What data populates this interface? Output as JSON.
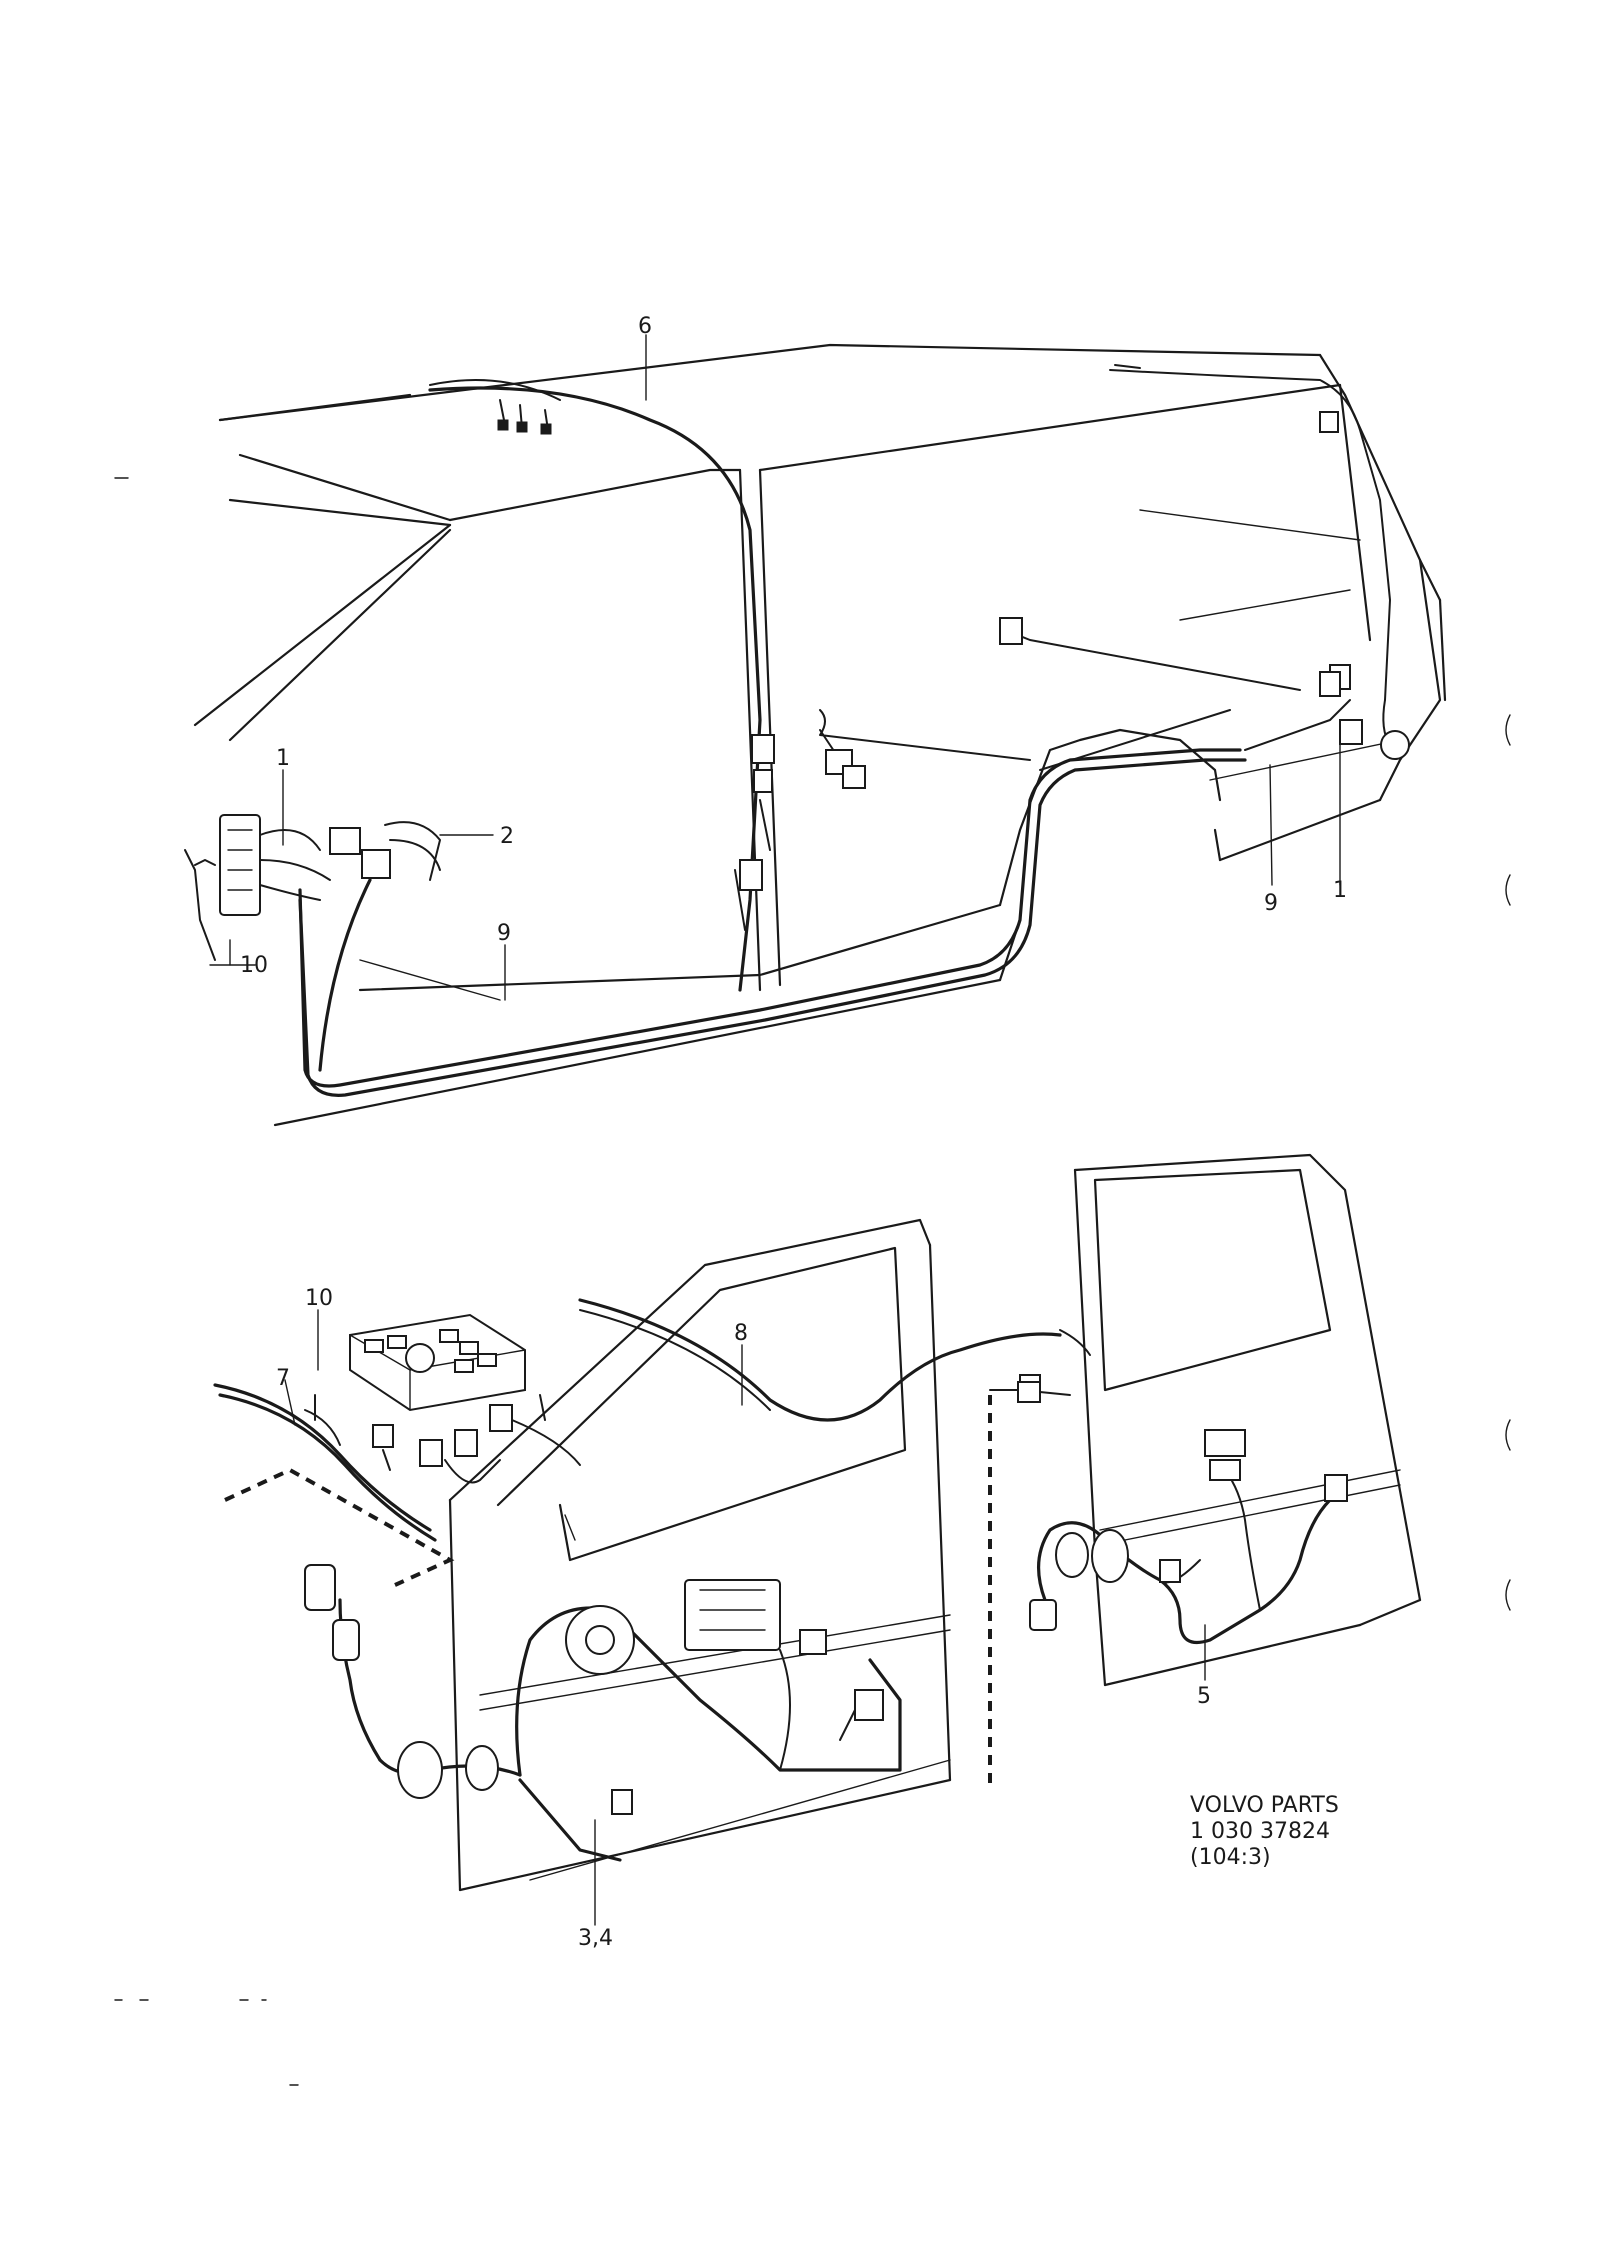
{
  "diagram": {
    "callouts": {
      "c6": "6",
      "c1_left": "1",
      "c2": "2",
      "c10_top": "10",
      "c9_left": "9",
      "c9_right": "9",
      "c1_right": "1",
      "c10_door": "10",
      "c7": "7",
      "c8": "8",
      "c5": "5",
      "c34": "3,4"
    },
    "reference": {
      "line1": "VOLVO PARTS",
      "line2": "1 030 37824",
      "line3": "(104:3)"
    }
  }
}
